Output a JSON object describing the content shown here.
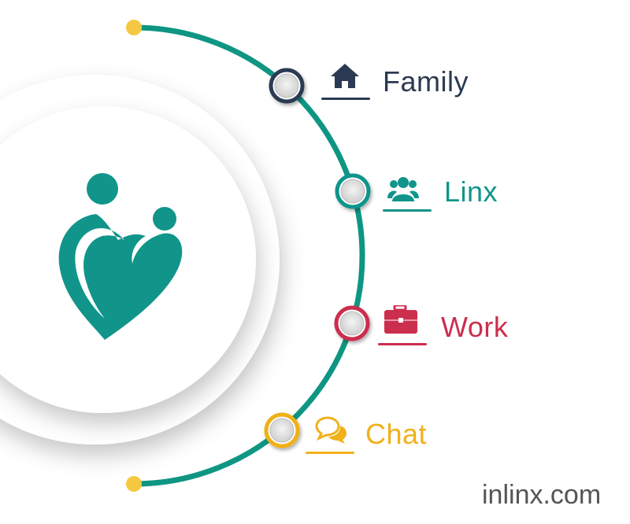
{
  "items": [
    {
      "label": "Family",
      "icon": "home-icon",
      "color": "#2b3a52"
    },
    {
      "label": "Linx",
      "icon": "users-icon",
      "color": "#11958a"
    },
    {
      "label": "Work",
      "icon": "briefcase-icon",
      "color": "#cc2e4e"
    },
    {
      "label": "Chat",
      "icon": "chat-bubbles-icon",
      "color": "#f0b119"
    }
  ],
  "colors": {
    "arc": "#0e9683",
    "endpoint": "#f5c842",
    "logo": "#11958a"
  },
  "footer": {
    "site": "inlinx.com"
  }
}
